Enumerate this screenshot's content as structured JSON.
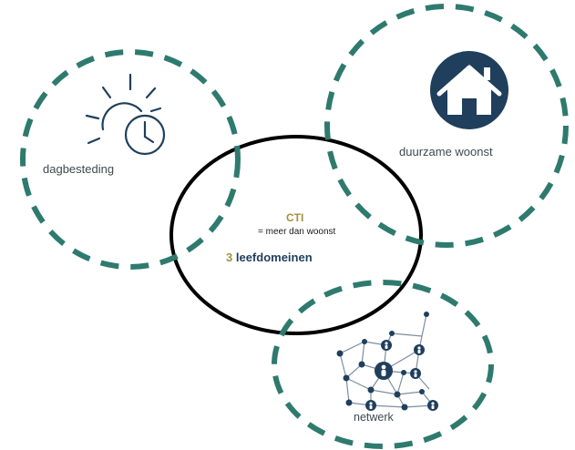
{
  "diagram": {
    "center": {
      "title": "CTI",
      "subtitle": "= meer dan woonst",
      "domains_number": "3",
      "domains_word": "leefdomeinen"
    },
    "circles": [
      {
        "id": "dagbesteding",
        "label": "dagbesteding",
        "icon": "sun-clock-icon"
      },
      {
        "id": "woonst",
        "label": "duurzame woonst",
        "icon": "house-icon"
      },
      {
        "id": "netwerk",
        "label": "netwerk",
        "icon": "network-icon"
      }
    ],
    "colors": {
      "dashed_circle": "#2e7a6e",
      "center_circle": "#000000",
      "icon_navy": "#1f3f5c",
      "gold": "#a3913b",
      "label_text": "#3d4a4f"
    }
  }
}
